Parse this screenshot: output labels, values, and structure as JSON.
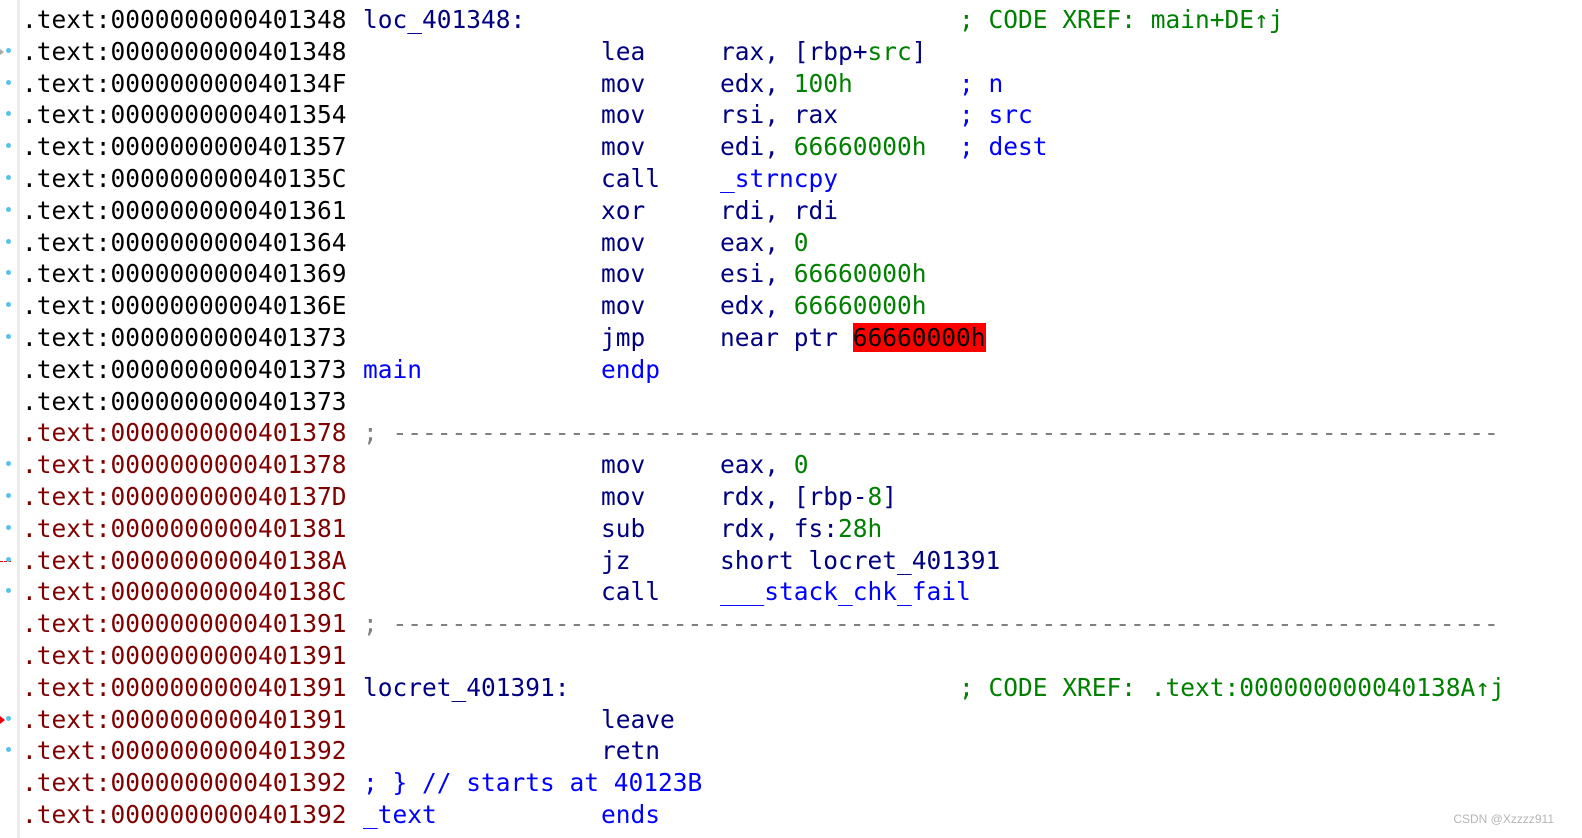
{
  "colors": {
    "navy": "#000080",
    "blue": "#0000ff",
    "green": "#008000",
    "address_dark": "#800000",
    "highlight": "#ff0000"
  },
  "lines": [
    {
      "addr": ".text:0000000000401348",
      "ac": "black",
      "marker": "none",
      "label": [
        {
          "t": "loc_401348:",
          "c": "navy"
        }
      ],
      "mnem": [],
      "op": [],
      "cmt": [
        {
          "t": "; CODE XREF: main+DE↑j",
          "c": "green"
        }
      ]
    },
    {
      "addr": ".text:0000000000401348",
      "ac": "black",
      "marker": "arrow-gray",
      "label": [],
      "mnem": [
        {
          "t": "lea",
          "c": "navy"
        }
      ],
      "op": [
        {
          "t": "rax, [rbp+",
          "c": "navy"
        },
        {
          "t": "src",
          "c": "green"
        },
        {
          "t": "]",
          "c": "navy"
        }
      ],
      "cmt": []
    },
    {
      "addr": ".text:000000000040134F",
      "ac": "black",
      "marker": "dot",
      "label": [],
      "mnem": [
        {
          "t": "mov",
          "c": "navy"
        }
      ],
      "op": [
        {
          "t": "edx, ",
          "c": "navy"
        },
        {
          "t": "100h",
          "c": "green"
        }
      ],
      "cmt": [
        {
          "t": "; n",
          "c": "blue"
        }
      ]
    },
    {
      "addr": ".text:0000000000401354",
      "ac": "black",
      "marker": "dot",
      "label": [],
      "mnem": [
        {
          "t": "mov",
          "c": "navy"
        }
      ],
      "op": [
        {
          "t": "rsi, rax",
          "c": "navy"
        }
      ],
      "cmt": [
        {
          "t": "; src",
          "c": "blue"
        }
      ]
    },
    {
      "addr": ".text:0000000000401357",
      "ac": "black",
      "marker": "dot",
      "label": [],
      "mnem": [
        {
          "t": "mov",
          "c": "navy"
        }
      ],
      "op": [
        {
          "t": "edi, ",
          "c": "navy"
        },
        {
          "t": "66660000h",
          "c": "green"
        }
      ],
      "cmt": [
        {
          "t": "; dest",
          "c": "blue"
        }
      ]
    },
    {
      "addr": ".text:000000000040135C",
      "ac": "black",
      "marker": "dot",
      "label": [],
      "mnem": [
        {
          "t": "call",
          "c": "navy"
        }
      ],
      "op": [
        {
          "t": "_strncpy",
          "c": "blue"
        }
      ],
      "cmt": []
    },
    {
      "addr": ".text:0000000000401361",
      "ac": "black",
      "marker": "dot",
      "label": [],
      "mnem": [
        {
          "t": "xor",
          "c": "navy"
        }
      ],
      "op": [
        {
          "t": "rdi, rdi",
          "c": "navy"
        }
      ],
      "cmt": []
    },
    {
      "addr": ".text:0000000000401364",
      "ac": "black",
      "marker": "dot",
      "label": [],
      "mnem": [
        {
          "t": "mov",
          "c": "navy"
        }
      ],
      "op": [
        {
          "t": "eax, ",
          "c": "navy"
        },
        {
          "t": "0",
          "c": "green"
        }
      ],
      "cmt": []
    },
    {
      "addr": ".text:0000000000401369",
      "ac": "black",
      "marker": "dot",
      "label": [],
      "mnem": [
        {
          "t": "mov",
          "c": "navy"
        }
      ],
      "op": [
        {
          "t": "esi, ",
          "c": "navy"
        },
        {
          "t": "66660000h",
          "c": "green"
        }
      ],
      "cmt": []
    },
    {
      "addr": ".text:000000000040136E",
      "ac": "black",
      "marker": "dot",
      "label": [],
      "mnem": [
        {
          "t": "mov",
          "c": "navy"
        }
      ],
      "op": [
        {
          "t": "edx, ",
          "c": "navy"
        },
        {
          "t": "66660000h",
          "c": "green"
        }
      ],
      "cmt": []
    },
    {
      "addr": ".text:0000000000401373",
      "ac": "black",
      "marker": "dot",
      "label": [],
      "mnem": [
        {
          "t": "jmp",
          "c": "navy"
        }
      ],
      "op": [
        {
          "t": "near ptr ",
          "c": "navy"
        },
        {
          "t": "66660000h",
          "c": "hl"
        }
      ],
      "cmt": []
    },
    {
      "addr": ".text:0000000000401373",
      "ac": "black",
      "marker": "none",
      "label": [
        {
          "t": "main",
          "c": "blue"
        }
      ],
      "mnem": [
        {
          "t": "endp",
          "c": "blue"
        }
      ],
      "op": [],
      "cmt": []
    },
    {
      "addr": ".text:0000000000401373",
      "ac": "black",
      "marker": "none",
      "label": [],
      "mnem": [],
      "op": [],
      "cmt": []
    },
    {
      "addr": ".text:0000000000401378",
      "ac": "dark",
      "marker": "none",
      "label": [
        {
          "t": "; ---------------------------------------------------------------------------",
          "c": "gray"
        }
      ],
      "mnem": [],
      "op": [],
      "cmt": []
    },
    {
      "addr": ".text:0000000000401378",
      "ac": "dark",
      "marker": "dot",
      "label": [],
      "mnem": [
        {
          "t": "mov",
          "c": "navy"
        }
      ],
      "op": [
        {
          "t": "eax, ",
          "c": "navy"
        },
        {
          "t": "0",
          "c": "green"
        }
      ],
      "cmt": []
    },
    {
      "addr": ".text:000000000040137D",
      "ac": "dark",
      "marker": "dot",
      "label": [],
      "mnem": [
        {
          "t": "mov",
          "c": "navy"
        }
      ],
      "op": [
        {
          "t": "rdx, [rbp-",
          "c": "navy"
        },
        {
          "t": "8",
          "c": "green"
        },
        {
          "t": "]",
          "c": "navy"
        }
      ],
      "cmt": []
    },
    {
      "addr": ".text:0000000000401381",
      "ac": "dark",
      "marker": "dot",
      "label": [],
      "mnem": [
        {
          "t": "sub",
          "c": "navy"
        }
      ],
      "op": [
        {
          "t": "rdx, fs:",
          "c": "navy"
        },
        {
          "t": "28h",
          "c": "green"
        }
      ],
      "cmt": []
    },
    {
      "addr": ".text:000000000040138A",
      "ac": "dark",
      "marker": "dash-red",
      "label": [],
      "mnem": [
        {
          "t": "jz",
          "c": "navy"
        }
      ],
      "op": [
        {
          "t": "short locret_401391",
          "c": "navy"
        }
      ],
      "cmt": []
    },
    {
      "addr": ".text:000000000040138C",
      "ac": "dark",
      "marker": "dot",
      "label": [],
      "mnem": [
        {
          "t": "call",
          "c": "navy"
        }
      ],
      "op": [
        {
          "t": "___stack_chk_fail",
          "c": "blue"
        }
      ],
      "cmt": []
    },
    {
      "addr": ".text:0000000000401391",
      "ac": "dark",
      "marker": "none",
      "label": [
        {
          "t": "; ---------------------------------------------------------------------------",
          "c": "gray"
        }
      ],
      "mnem": [],
      "op": [],
      "cmt": []
    },
    {
      "addr": ".text:0000000000401391",
      "ac": "dark",
      "marker": "none",
      "label": [],
      "mnem": [],
      "op": [],
      "cmt": []
    },
    {
      "addr": ".text:0000000000401391",
      "ac": "dark",
      "marker": "none",
      "label": [
        {
          "t": "locret_401391:",
          "c": "navy"
        }
      ],
      "mnem": [],
      "op": [],
      "cmt": [
        {
          "t": "; CODE XREF: .text:000000000040138A↑j",
          "c": "green"
        }
      ]
    },
    {
      "addr": ".text:0000000000401391",
      "ac": "dark",
      "marker": "arrow-red",
      "label": [],
      "mnem": [
        {
          "t": "leave",
          "c": "navy"
        }
      ],
      "op": [],
      "cmt": []
    },
    {
      "addr": ".text:0000000000401392",
      "ac": "dark",
      "marker": "dot",
      "label": [],
      "mnem": [
        {
          "t": "retn",
          "c": "navy"
        }
      ],
      "op": [],
      "cmt": []
    },
    {
      "addr": ".text:0000000000401392",
      "ac": "dark",
      "marker": "none",
      "label": [
        {
          "t": "; } // starts at 40123B",
          "c": "blue"
        }
      ],
      "mnem": [],
      "op": [],
      "cmt": []
    },
    {
      "addr": ".text:0000000000401392",
      "ac": "dark",
      "marker": "none",
      "label": [
        {
          "t": "_text",
          "c": "blue"
        }
      ],
      "mnem": [
        {
          "t": "ends",
          "c": "blue"
        }
      ],
      "op": [],
      "cmt": []
    }
  ],
  "watermark": "CSDN @Xzzzz911"
}
